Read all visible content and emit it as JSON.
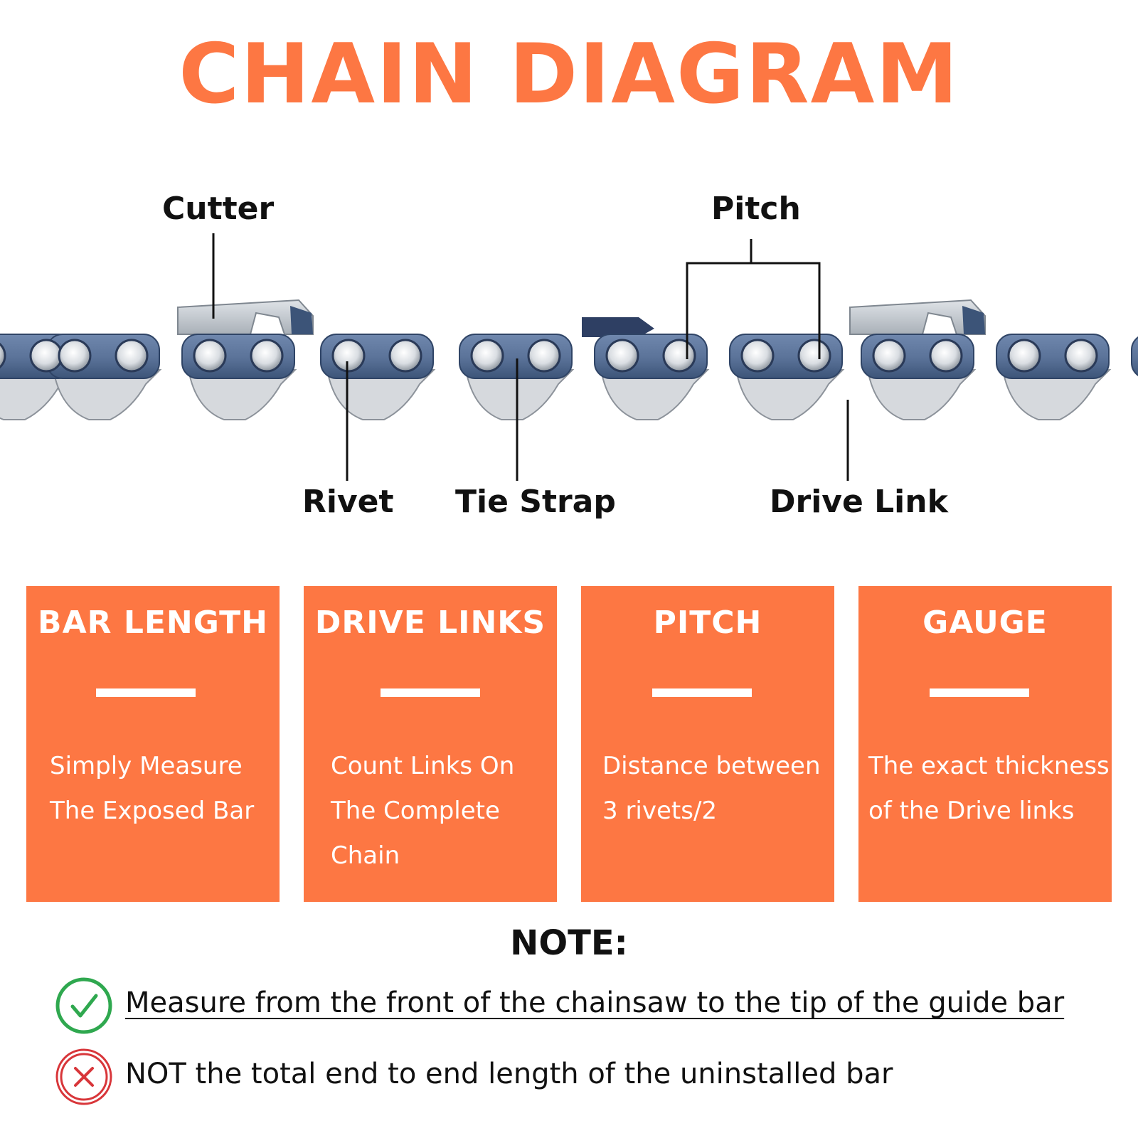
{
  "title": "CHAIN DIAGRAM",
  "colors": {
    "title": "#fd7743",
    "card_background": "#fd7743",
    "card_text": "#ffffff",
    "link_plate": "#5a7298",
    "link_plate_dark": "#3c5478",
    "cutter_top": "#c8cdd2",
    "rivet_ring": "#e9ecef",
    "ok_icon": "#2fa84f",
    "bad_icon": "#d8363a"
  },
  "callouts": {
    "cutter": "Cutter",
    "pitch": "Pitch",
    "rivet": "Rivet",
    "tie_strap": "Tie Strap",
    "drive_link": "Drive Link"
  },
  "cards": [
    {
      "title": "BAR LENGTH",
      "lines": [
        "Simply Measure",
        "The Exposed Bar"
      ]
    },
    {
      "title": "DRIVE LINKS",
      "lines": [
        "Count Links On",
        "The Complete",
        "Chain"
      ]
    },
    {
      "title": "PITCH",
      "lines": [
        "Distance between",
        "3 rivets/2"
      ]
    },
    {
      "title": "GAUGE",
      "lines": [
        "The exact thickness",
        "of the Drive links"
      ]
    }
  ],
  "note": {
    "title": "NOTE:",
    "ok_icon": "checkmark-circle-icon",
    "ok_text": "Measure from the front of the chainsaw to the tip of the guide bar",
    "bad_icon": "cross-circle-icon",
    "bad_text": "NOT the total end to end length of the uninstalled bar"
  }
}
